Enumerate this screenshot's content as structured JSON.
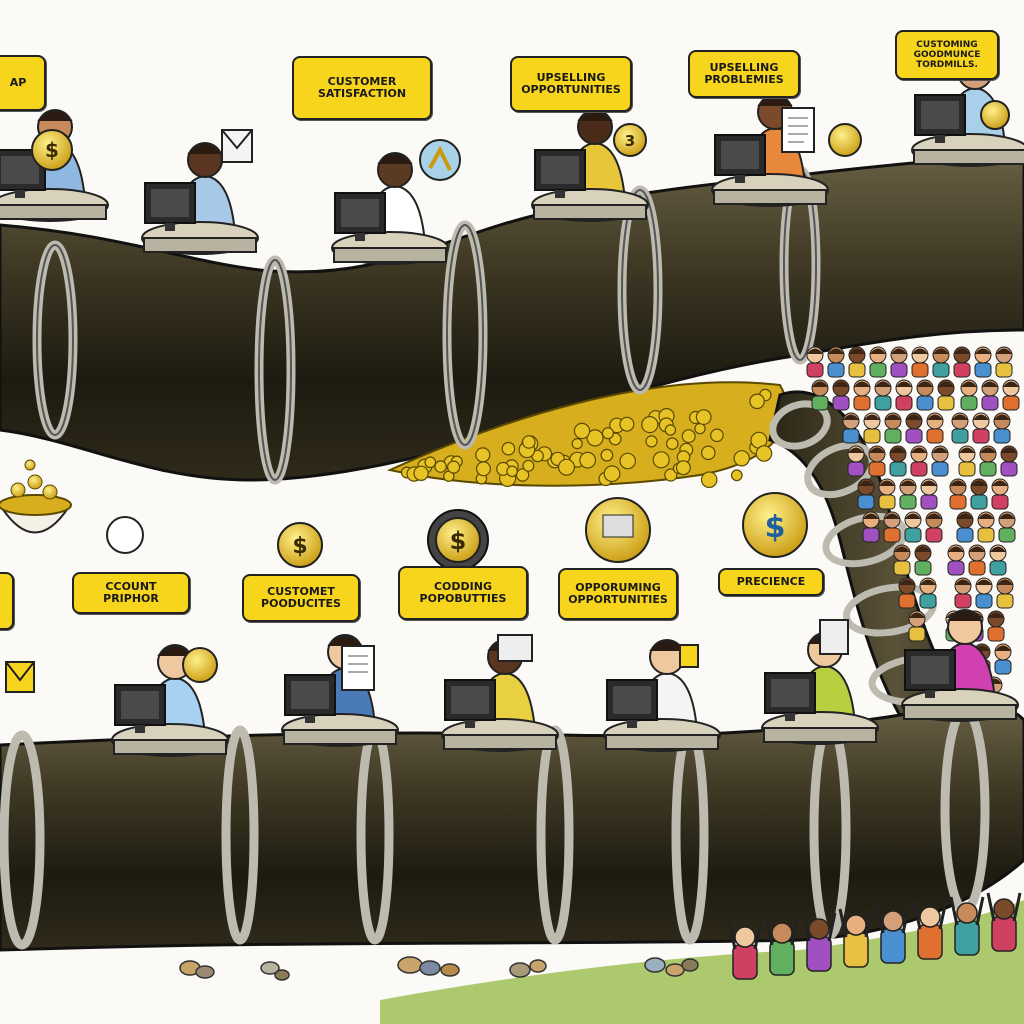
{
  "labels": {
    "top": [
      "AP",
      "CUSTOMER SATISFACTION",
      "UPSELLING OPPORTUNITIES",
      "UPSELLING PROBLEMIES",
      "CUSTOMING GOODMUNCE TORDMILLS."
    ],
    "bottom": [
      "CCOUNT PRIPHOR",
      "CUSTOMET POODUCITES",
      "CODDING POPOBUTTIES",
      "OPPORUMING OPPORTUNITIES",
      "PRECIENCE"
    ]
  },
  "colors": {
    "background": "#fbfaf6",
    "pipe": "#3a3420",
    "pipe_ring": "#c8c6bd",
    "label": "#f7d51d",
    "coin": "#e7c326",
    "grass": "#8fb24a"
  },
  "icons": [
    "coin-icon",
    "envelope-icon",
    "document-icon",
    "gear-coin-icon",
    "monitor-icon"
  ]
}
